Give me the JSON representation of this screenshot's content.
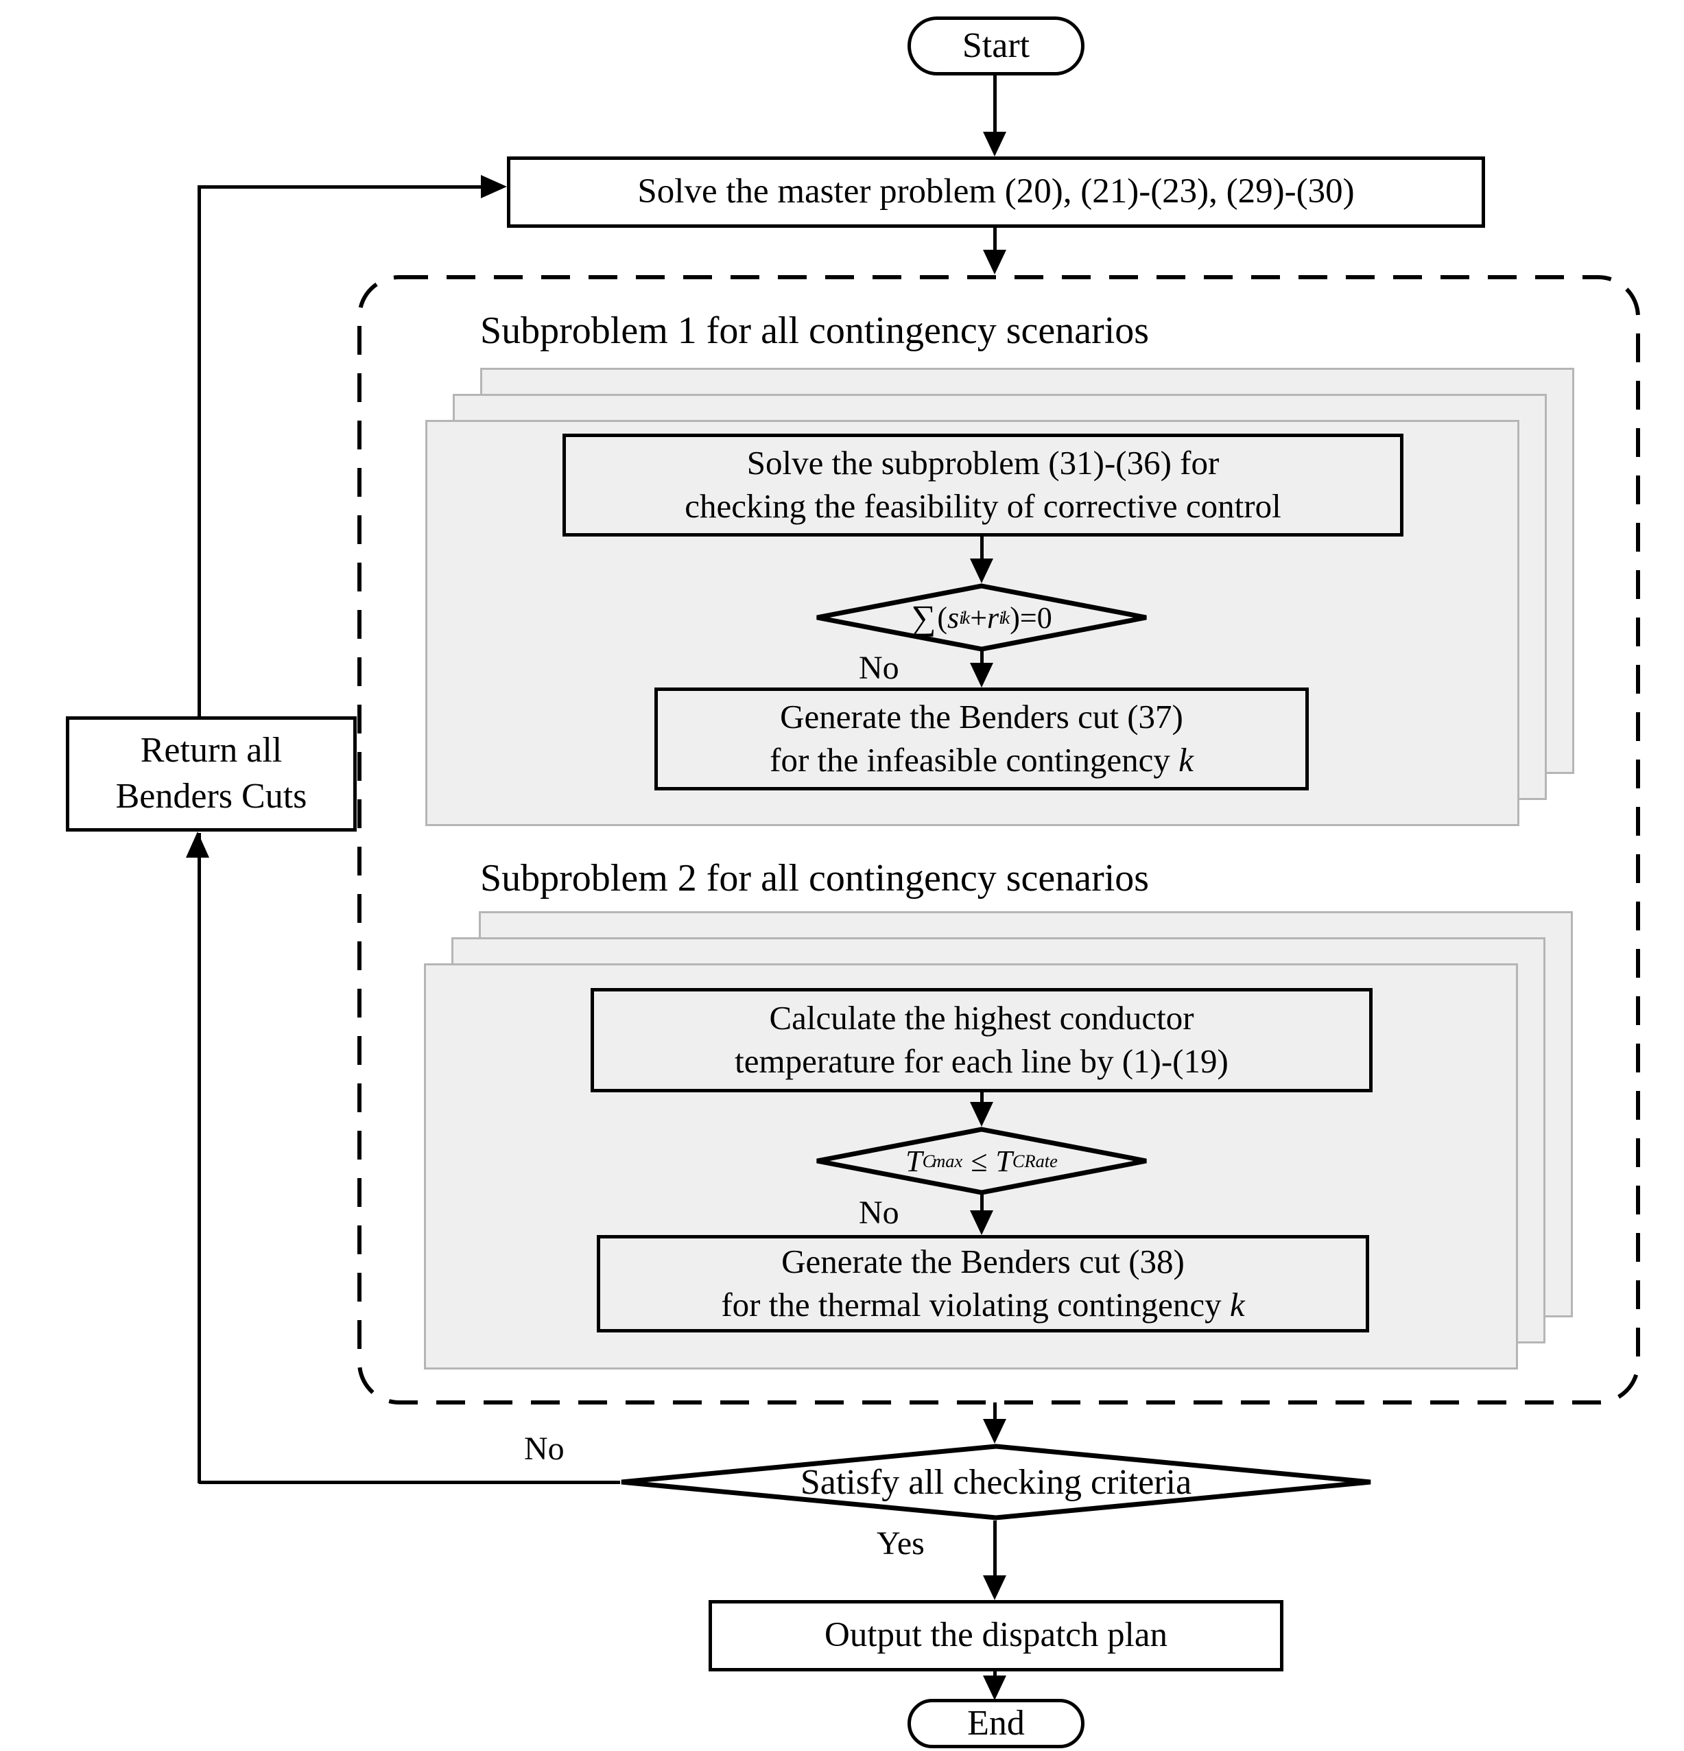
{
  "colors": {
    "background": "#ffffff",
    "line": "#000000",
    "panel_fill": "#efefef",
    "panel_border": "#b5b5b5"
  },
  "flowchart": {
    "start": "Start",
    "master_box": "Solve the master problem (20), (21)-(23), (29)-(30)",
    "subproblem1": {
      "title": "Subproblem 1 for all contingency scenarios",
      "solve_box": [
        "Solve the subproblem (31)-(36) for",
        "checking the feasibility of corrective control"
      ],
      "decision": {
        "sigma": "∑",
        "lp": "(",
        "s": "s",
        "i1": "i",
        "k1": "k",
        "plus": "+",
        "r": "r",
        "i2": "i",
        "k2": "k",
        "rp": ")=0"
      },
      "no": "No",
      "cut_box": {
        "line1": "Generate the Benders cut (37)",
        "line2": "for the infeasible contingency ",
        "var": "k"
      }
    },
    "subproblem2": {
      "title": "Subproblem 2 for all contingency scenarios",
      "calc_box": [
        "Calculate the highest conductor",
        "temperature for each line by (1)-(19)"
      ],
      "decision": {
        "T1": "T",
        "c1": "C",
        "max": "max",
        "op": "≤",
        "T2": "T",
        "c2": "CRate"
      },
      "no": "No",
      "cut_box": {
        "line1": "Generate the Benders cut (38)",
        "line2": "for the thermal violating contingency ",
        "var": "k"
      }
    },
    "final": {
      "decision": "Satisfy all checking criteria",
      "no": "No",
      "yes": "Yes",
      "output_box": "Output the dispatch plan",
      "return_box": [
        "Return all",
        "Benders Cuts"
      ]
    },
    "end": "End"
  }
}
